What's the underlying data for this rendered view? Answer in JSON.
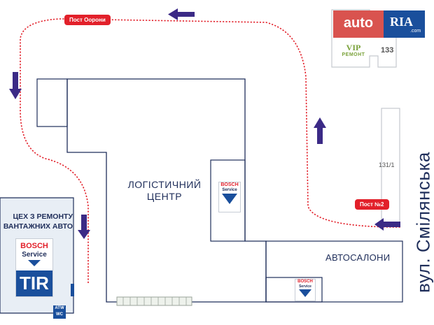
{
  "colors": {
    "route": "#e2202a",
    "arrow": "#3b2a86",
    "outline": "#1f2e5a",
    "brand_red": "#e2202a",
    "brand_blue": "#1a4f9c",
    "vip_green": "#7aa23a"
  },
  "labels": {
    "post_guard": "Пост Оорони",
    "post_2": "Пост №2",
    "logistics_center_line1": "ЛОГІСТИЧНИЙ",
    "logistics_center_line2": "ЦЕНТР",
    "truck_repair_line1": "ЦЕХ З РЕМОНТУ",
    "truck_repair_line2": "ВАНТАЖНИХ АВТО",
    "car_dealers": "АВТОСАЛОНИ",
    "building_131_1": "131/1",
    "building_133": "133",
    "street": "вул. Смілянська",
    "wc_top": "ATW",
    "wc": "WC"
  },
  "brands": {
    "autoria_auto": "auto",
    "autoria_ria": "RIA",
    "autoria_com": ".com",
    "vip_top": "VIP",
    "vip_bottom": "РЕМОНТ",
    "bosch": "BOSCH",
    "service": "Service",
    "tir": "TIR"
  },
  "icons": {
    "arrows": [
      "arrow-left-icon",
      "arrow-down-icon",
      "arrow-up-icon",
      "arrow-left-icon",
      "arrow-down-icon"
    ],
    "service_logo": "bosch-service-logo"
  }
}
